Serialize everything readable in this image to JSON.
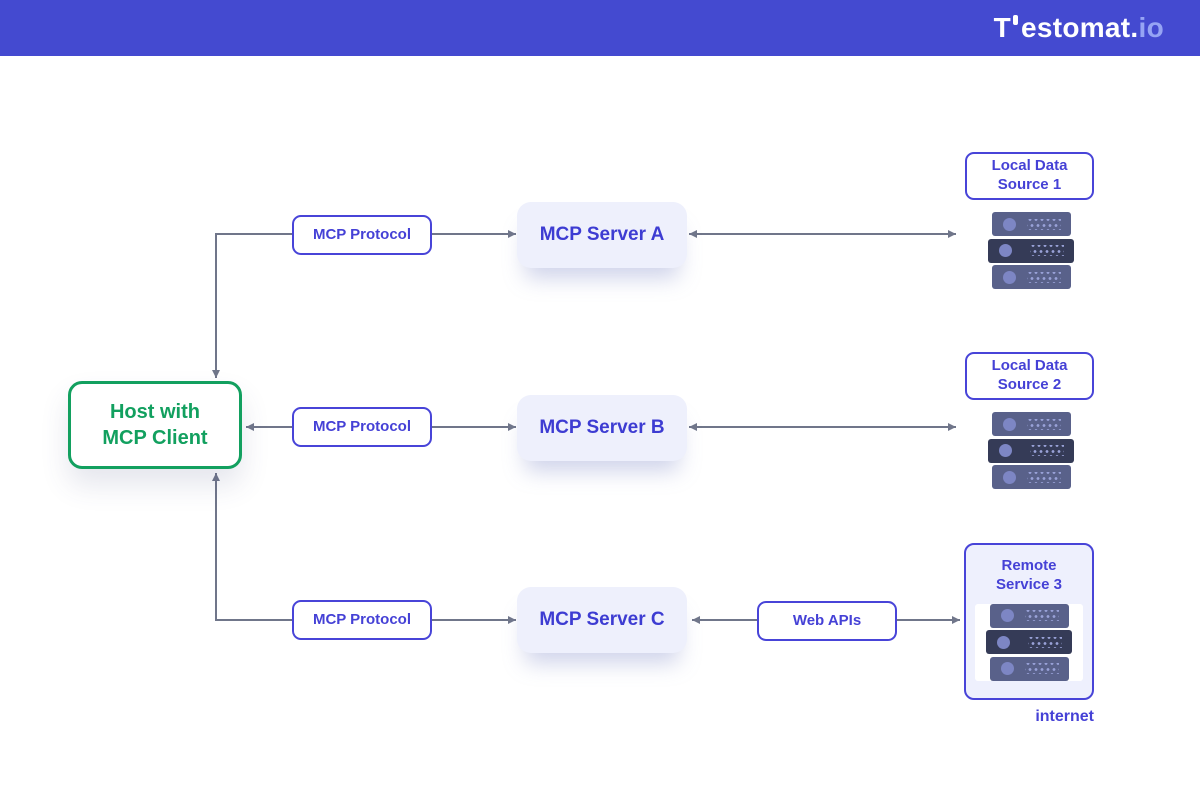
{
  "colors": {
    "header_bg": "#444ad0",
    "accent_blue": "#4844d8",
    "text_blue": "#4541d6",
    "server_text_blue": "#3d3cd2",
    "host_green": "#12a05f",
    "arrow_gray": "#70768a",
    "server_box_bg": "#eef0fc",
    "remote_box_bg": "#eef0fd",
    "logo_suffix_color": "#96a4f4",
    "rack_unit": "#59618a",
    "rack_unit_dark": "#353b57"
  },
  "header": {
    "logo_t": "T",
    "logo_rest": "estomat.",
    "logo_suffix": "io"
  },
  "diagram": {
    "host_label": "Host with\nMCP Client",
    "protocol_a": "MCP Protocol",
    "protocol_b": "MCP Protocol",
    "protocol_c": "MCP Protocol",
    "server_a": "MCP Server A",
    "server_b": "MCP Server B",
    "server_c": "MCP Server C",
    "data_source_1": "Local Data\nSource 1",
    "data_source_2": "Local Data\nSource 2",
    "remote_service": "Remote\nService 3",
    "web_apis": "Web APIs",
    "internet": "internet"
  }
}
